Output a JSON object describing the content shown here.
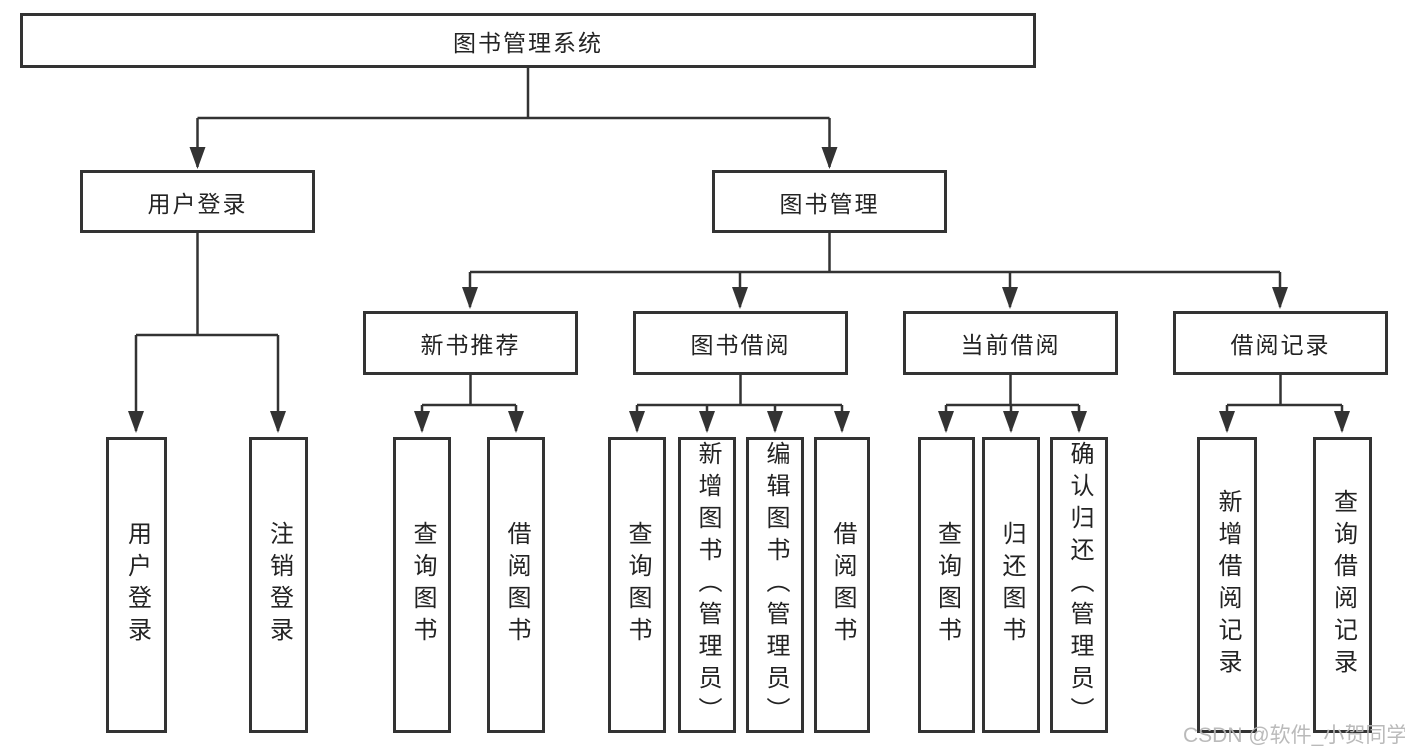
{
  "diagram": {
    "root": "图书管理系统",
    "branches": [
      {
        "label": "用户登录",
        "children": [
          {
            "label": "用户登录"
          },
          {
            "label": "注销登录"
          }
        ]
      },
      {
        "label": "图书管理",
        "children": [
          {
            "label": "新书推荐",
            "children": [
              {
                "label": "查询图书"
              },
              {
                "label": "借阅图书"
              }
            ]
          },
          {
            "label": "图书借阅",
            "children": [
              {
                "label": "查询图书"
              },
              {
                "label": "新增图书（管理员）"
              },
              {
                "label": "编辑图书（管理员）"
              },
              {
                "label": "借阅图书"
              }
            ]
          },
          {
            "label": "当前借阅",
            "children": [
              {
                "label": "查询图书"
              },
              {
                "label": "归还图书"
              },
              {
                "label": "确认归还（管理员）"
              }
            ]
          },
          {
            "label": "借阅记录",
            "children": [
              {
                "label": "新增借阅记录"
              },
              {
                "label": "查询借阅记录"
              }
            ]
          }
        ]
      }
    ],
    "watermark": "CSDN @软件_小贺同学"
  }
}
